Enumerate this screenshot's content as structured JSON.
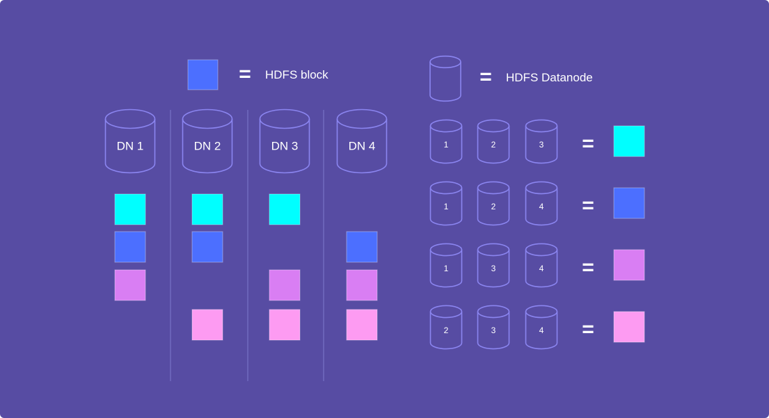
{
  "colors": {
    "background": "#574ca3",
    "outline": "#8b85f0",
    "divider": "#6a63b8",
    "text": "#ffffff",
    "block_cyan": "#00ffff",
    "block_blue": "#4c6fff",
    "block_violet": "#d97ef3",
    "block_pink": "#fd9bf2"
  },
  "legend": {
    "equals": "=",
    "block_label": "HDFS block",
    "datanode_label": "HDFS Datanode",
    "block_color": "block_blue"
  },
  "datanodes": [
    {
      "label": "DN 1",
      "blocks": [
        "block_cyan",
        "block_blue",
        "block_violet",
        null
      ]
    },
    {
      "label": "DN 2",
      "blocks": [
        "block_cyan",
        "block_blue",
        null,
        "block_pink"
      ]
    },
    {
      "label": "DN 3",
      "blocks": [
        "block_cyan",
        null,
        "block_violet",
        "block_pink"
      ]
    },
    {
      "label": "DN 4",
      "blocks": [
        null,
        "block_blue",
        "block_violet",
        "block_pink"
      ]
    }
  ],
  "replication_rows": [
    {
      "nodes": [
        "1",
        "2",
        "3"
      ],
      "equals": "=",
      "block": "block_cyan"
    },
    {
      "nodes": [
        "1",
        "2",
        "4"
      ],
      "equals": "=",
      "block": "block_blue"
    },
    {
      "nodes": [
        "1",
        "3",
        "4"
      ],
      "equals": "=",
      "block": "block_violet"
    },
    {
      "nodes": [
        "2",
        "3",
        "4"
      ],
      "equals": "=",
      "block": "block_pink"
    }
  ]
}
